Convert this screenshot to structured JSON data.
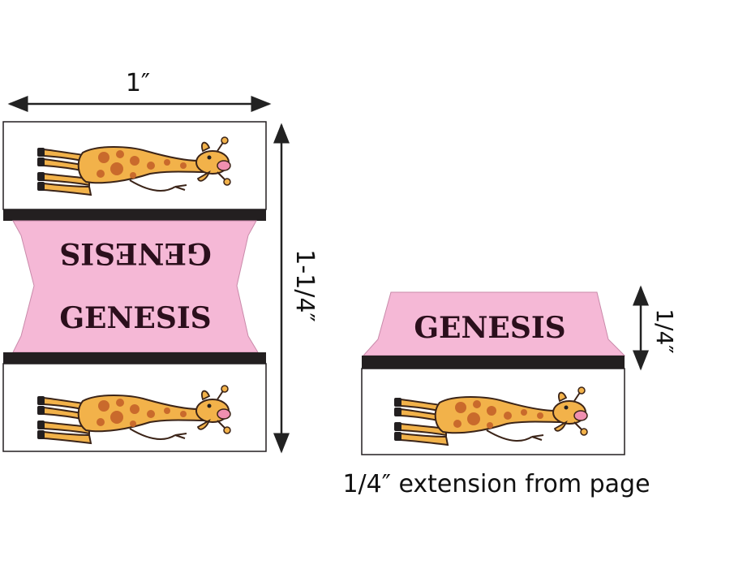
{
  "labels": {
    "width": "1″",
    "height": "1-1/4″",
    "tab_height": "1/4″",
    "caption": "1/4″ extension from page"
  },
  "tabs": {
    "text": "GENESIS",
    "colors": {
      "pink": "#f5b8d6",
      "band": "#231f20",
      "text": "#2b0f1c",
      "outline": "#231f20"
    }
  },
  "icons": {
    "giraffe": "giraffe-icon",
    "giraffe_colors": {
      "body": "#f2b24a",
      "spots": "#c96a2c",
      "outline": "#3b2418",
      "nose": "#f08fb0"
    }
  }
}
